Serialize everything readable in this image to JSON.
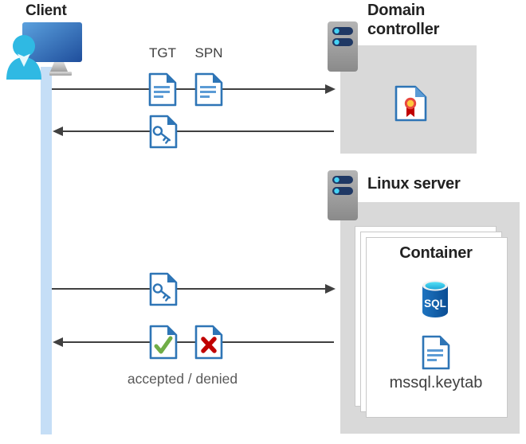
{
  "client": {
    "label": "Client"
  },
  "domain_controller": {
    "title_line1": "Domain",
    "title_line2": "controller"
  },
  "linux_server": {
    "title": "Linux server"
  },
  "container": {
    "title": "Container",
    "sql_label": "SQL",
    "keytab_filename": "mssql.keytab"
  },
  "messages": {
    "tgt_label": "TGT",
    "spn_label": "SPN",
    "result_label": "accepted / denied"
  },
  "colors": {
    "doc_border_blue": "#2E75B6",
    "doc_line_blue": "#5B9BD5",
    "success_green": "#70AD47",
    "denied_red": "#C00000",
    "box_gray": "#D9D9D9",
    "lifeline_blue": "#C5DEF6",
    "arrow_gray": "#404040",
    "sql_body_blue": "#0F5FA8",
    "sql_top_cyan": "#3FD2EF",
    "server_bar_navy": "#1F3864",
    "server_dot_cyan": "#45D2F5",
    "cert_ribbon_red": "#C00000",
    "cert_seal_yellow": "#FFC83D",
    "person_cyan": "#2FB9E3"
  }
}
